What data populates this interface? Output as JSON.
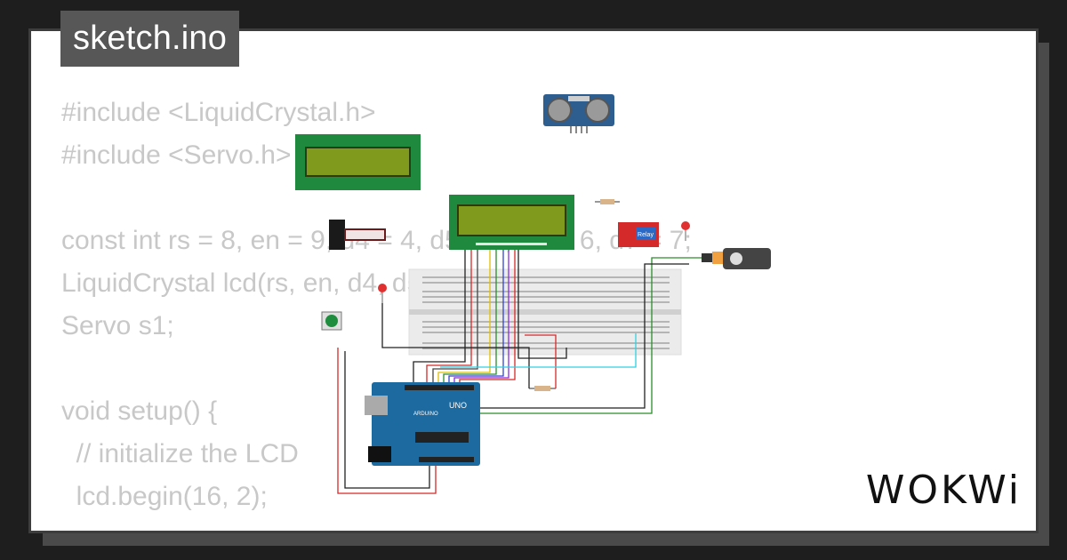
{
  "title": "sketch.ino",
  "code_lines": [
    "#include <LiquidCrystal.h>",
    "#include <Servo.h>",
    "",
    "const int rs = 8, en = 9, d4 = 4, d5 = 5, d6 = 6, d7 = 7;",
    "LiquidCrystal lcd(rs, en, d4, d5, d6, d7);",
    "Servo s1;",
    "",
    "void setup() {",
    "  // initialize the LCD",
    "  lcd.begin(16, 2);"
  ],
  "brand": "WOKWi",
  "components": {
    "arduino_label": "UNO",
    "arduino_brand": "ARDUINO",
    "relay_label": "Relay"
  },
  "colors": {
    "background": "#1e1e1e",
    "card": "#ffffff",
    "code_text": "#c8c8c8",
    "title_tab": "#575757",
    "lcd_pcb": "#1f8a3e",
    "lcd_screen": "#7f9a1d",
    "arduino": "#1c6aa0",
    "relay": "#d42a2a"
  }
}
